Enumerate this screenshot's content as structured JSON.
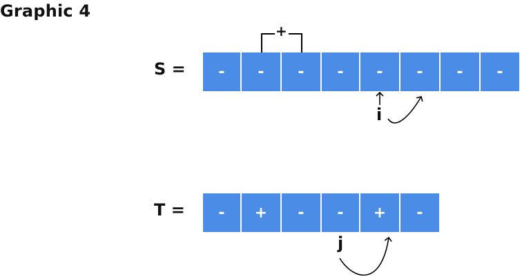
{
  "title": "Graphic 4",
  "colors": {
    "cell_fill": "#4A8CE6",
    "cell_text": "#FFFFFF",
    "line": "#000000"
  },
  "s_row": {
    "label": "S =",
    "cells": [
      "-",
      "-",
      "-",
      "-",
      "-",
      "-",
      "-",
      "-"
    ],
    "bracket_label": "+",
    "pointer_label": "i"
  },
  "t_row": {
    "label": "T =",
    "cells": [
      "-",
      "+",
      "-",
      "-",
      "+",
      "-"
    ],
    "pointer_label": "j"
  }
}
